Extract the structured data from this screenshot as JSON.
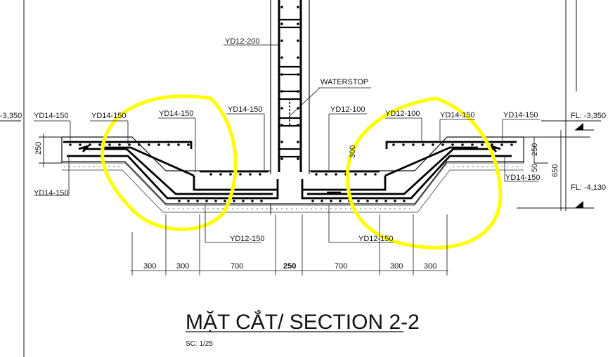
{
  "title": "MẶT CẮT/ SECTION 2-2",
  "scale": "SC: 1/25",
  "labels": {
    "yd12_200": "YD12-200",
    "waterstop": "WATERSTOP",
    "yd14_150_a": "YD14-150",
    "yd14_150_b": "YD14-150",
    "yd14_150_c": "YD14-150",
    "yd14_150_d": "YD14-150",
    "yd12_100_a": "YD12-100",
    "yd12_100_b": "YD12-100",
    "yd14_150_e": "YD14-150",
    "yd14_150_f": "YD14-150",
    "yd14_150_g": "YD14-150",
    "yd14_150_h": "YD14-150",
    "yd12_150_left": "YD12-150",
    "yd12_150_right": "YD12-150"
  },
  "levels": {
    "left_edge": "-3,350",
    "fl_top": "FL: -3,350",
    "fl_bottom": "FL: -4,130"
  },
  "dimensions": {
    "left_250": "250",
    "left_300": "300",
    "right_250": "250",
    "right_650": "650",
    "right_50": "50",
    "bottom": [
      "300",
      "300",
      "700",
      "250",
      "700",
      "300",
      "300"
    ]
  },
  "colors": {
    "line": "#111111",
    "rebar": "#000000",
    "highlight": "#ffff00",
    "hatch": "#777777"
  }
}
